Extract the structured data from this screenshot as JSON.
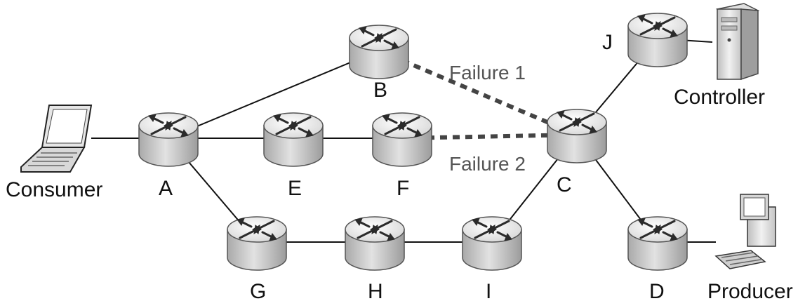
{
  "nodes": [
    {
      "id": "A",
      "kind": "router"
    },
    {
      "id": "B",
      "kind": "router"
    },
    {
      "id": "C",
      "kind": "router"
    },
    {
      "id": "D",
      "kind": "router"
    },
    {
      "id": "E",
      "kind": "router"
    },
    {
      "id": "F",
      "kind": "router"
    },
    {
      "id": "G",
      "kind": "router"
    },
    {
      "id": "H",
      "kind": "router"
    },
    {
      "id": "I",
      "kind": "router"
    },
    {
      "id": "J",
      "kind": "router"
    },
    {
      "id": "Consumer",
      "kind": "laptop"
    },
    {
      "id": "Controller",
      "kind": "server"
    },
    {
      "id": "Producer",
      "kind": "desktop"
    }
  ],
  "links": [
    {
      "from": "Consumer",
      "to": "A",
      "style": "solid"
    },
    {
      "from": "A",
      "to": "B",
      "style": "solid"
    },
    {
      "from": "A",
      "to": "E",
      "style": "solid"
    },
    {
      "from": "E",
      "to": "F",
      "style": "solid"
    },
    {
      "from": "A",
      "to": "G",
      "style": "solid"
    },
    {
      "from": "G",
      "to": "H",
      "style": "solid"
    },
    {
      "from": "H",
      "to": "I",
      "style": "solid"
    },
    {
      "from": "I",
      "to": "C",
      "style": "solid"
    },
    {
      "from": "C",
      "to": "J",
      "style": "solid"
    },
    {
      "from": "J",
      "to": "Controller",
      "style": "solid"
    },
    {
      "from": "C",
      "to": "D",
      "style": "solid"
    },
    {
      "from": "D",
      "to": "Producer",
      "style": "solid"
    },
    {
      "from": "B",
      "to": "C",
      "style": "dashed",
      "label": "Failure 1"
    },
    {
      "from": "F",
      "to": "C",
      "style": "dashed",
      "label": "Failure 2"
    }
  ],
  "labels": {
    "A": "A",
    "B": "B",
    "C": "C",
    "D": "D",
    "E": "E",
    "F": "F",
    "G": "G",
    "H": "H",
    "I": "I",
    "J": "J",
    "consumer": "Consumer",
    "controller": "Controller",
    "producer": "Producer",
    "failure1": "Failure 1",
    "failure2": "Failure 2"
  },
  "colors": {
    "link": "#111111",
    "failure_link": "#444444",
    "failure_text": "#555555",
    "router_body": "#c9c9c9",
    "router_top": "#eeeeee",
    "router_arrows": "#2b2b2b"
  }
}
